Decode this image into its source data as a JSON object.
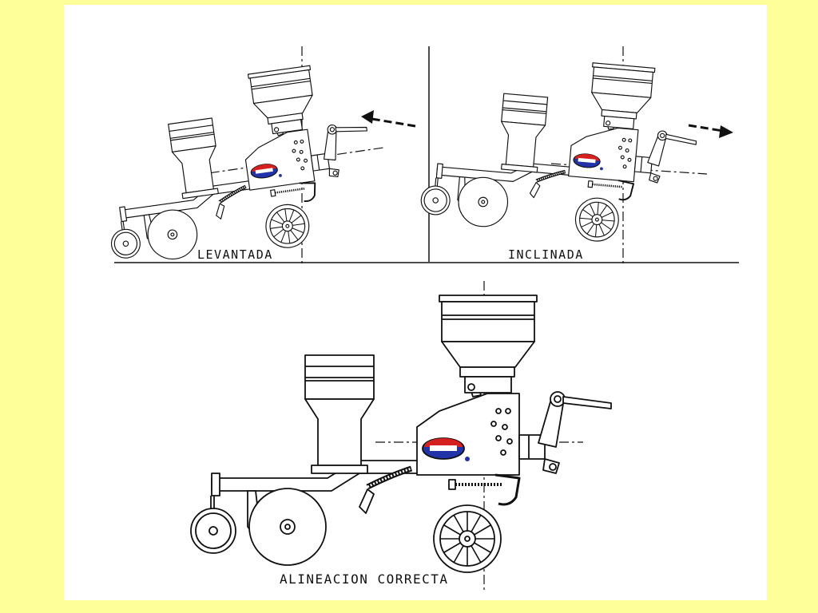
{
  "labels": {
    "top_left": "LEVANTADA",
    "top_right": "INCLINADA",
    "bottom": "ALINEACION CORRECTA"
  },
  "colors": {
    "background": "#ffff99",
    "sheet": "#ffffff",
    "ink": "#111111",
    "logo_red": "#d62020",
    "logo_blue": "#2233aa"
  }
}
